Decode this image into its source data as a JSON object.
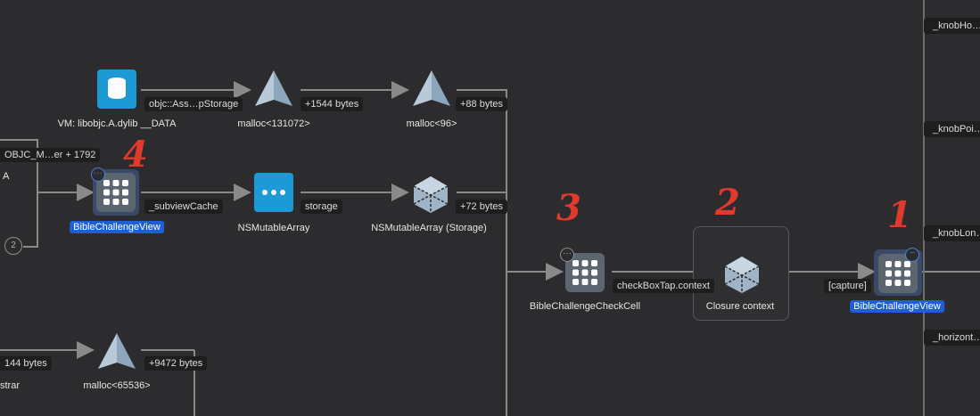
{
  "nodes": {
    "vm": "VM: libobjc.A.dylib __DATA",
    "malloc_131072": "malloc<131072>",
    "malloc_96": "malloc<96>",
    "view_left": "BibleChallengeView",
    "nsmutablearray": "NSMutableArray",
    "nsmutablearray_storage": "NSMutableArray (Storage)",
    "check_cell": "BibleChallengeCheckCell",
    "closure_context": "Closure context",
    "view_right": "BibleChallengeView",
    "malloc_65536": "malloc<65536>",
    "left_partial_a": "A",
    "left_partial_strar": "strar"
  },
  "edges": {
    "objc_storage": "objc::Ass…pStorage",
    "plus1544": "+1544 bytes",
    "plus88": "+88 bytes",
    "objc_m": "OBJC_M…er + 1792",
    "subview_cache": "_subviewCache",
    "storage": "storage",
    "plus72": "+72 bytes",
    "checkbox_tap": "checkBoxTap.context",
    "capture": "[capture]",
    "left144": "144 bytes",
    "plus9472": "+9472 bytes"
  },
  "badges": {
    "count": "2"
  },
  "right_labels": [
    "_knobHo…",
    "_knobPoi…",
    "_knobLon…",
    "_horizont…"
  ],
  "annotations": [
    "4",
    "3",
    "2",
    "1"
  ],
  "colors": {
    "selection": "#1f5fd6",
    "annotation": "#e03a2f",
    "vm_icon": "#1d9ad6",
    "array_icon": "#1d9ad6"
  }
}
